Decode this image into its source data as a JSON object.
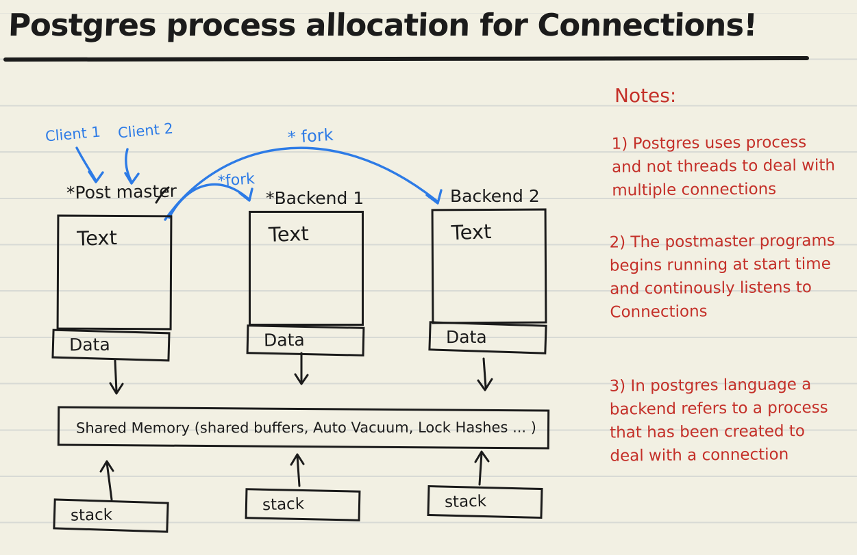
{
  "title": "Postgres process allocation for Connections!",
  "palette": {
    "paper": "#f2f0e3",
    "rule": "#d8dad5",
    "ink": "#1b1b1b",
    "blue": "#2d7be6",
    "red": "#c43029"
  },
  "clients": {
    "client1": "Client 1",
    "client2": "Client 2"
  },
  "fork": {
    "inner": "*fork",
    "outer": "* fork"
  },
  "processes": [
    {
      "name": "*Post master",
      "text": "Text",
      "data": "Data"
    },
    {
      "name": "*Backend 1",
      "text": "Text",
      "data": "Data"
    },
    {
      "name": "Backend 2",
      "text": "Text",
      "data": "Data"
    }
  ],
  "shared_memory": {
    "label": "Shared Memory (shared buffers, Auto Vacuum, Lock Hashes ... )"
  },
  "stacks": [
    {
      "label": "stack"
    },
    {
      "label": "stack"
    },
    {
      "label": "stack"
    }
  ],
  "notes": {
    "heading": "Notes:",
    "items": [
      [
        "1) Postgres uses process",
        "and not threads to deal with",
        "multiple connections"
      ],
      [
        "2) The postmaster programs",
        "begins running at start time",
        "and continously listens to",
        "Connections"
      ],
      [
        "3) In postgres language a",
        "backend refers to a process",
        "that has been created to",
        "deal with a connection"
      ]
    ]
  }
}
